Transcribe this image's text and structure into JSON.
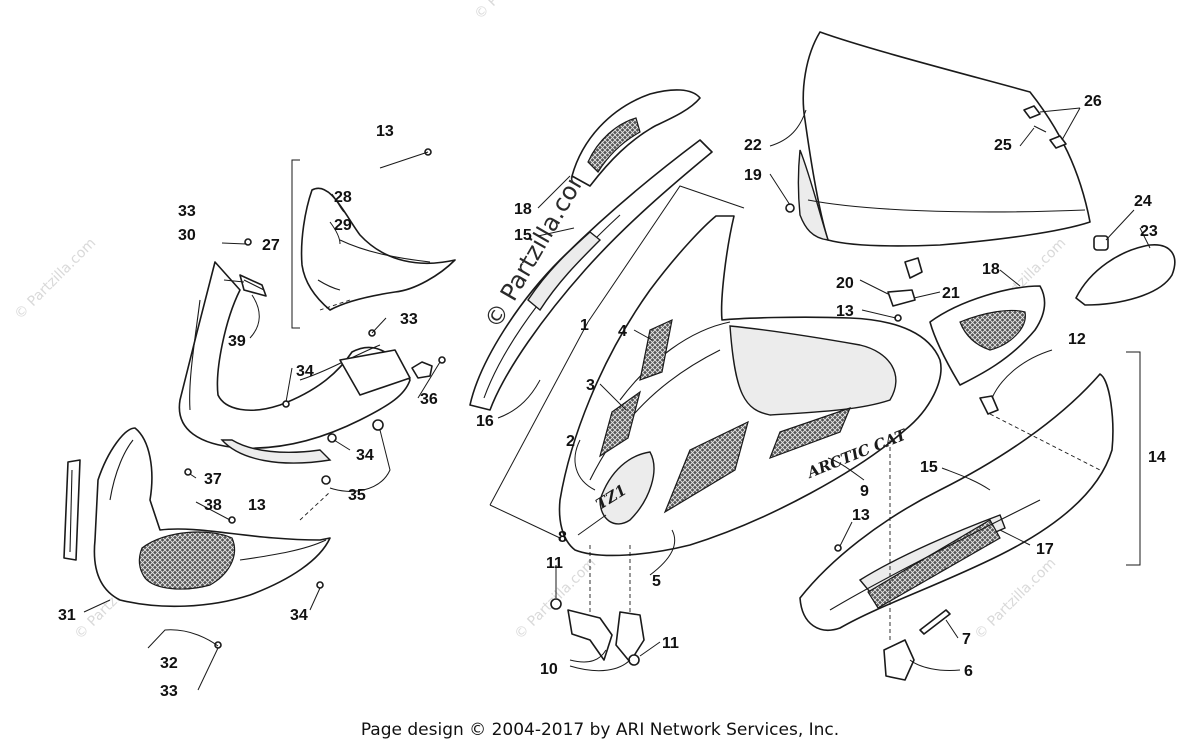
{
  "footer": {
    "text": "Page design © 2004-2017 by ARI Network Services, Inc."
  },
  "watermark": {
    "main": "© Partzilla.com",
    "tile": "© Partzilla.com"
  },
  "decals": {
    "brand": "ARCTIC CAT",
    "model": "TZ1"
  },
  "callouts": {
    "c1": "1",
    "c2": "2",
    "c3": "3",
    "c4": "4",
    "c5": "5",
    "c6": "6",
    "c7": "7",
    "c8": "8",
    "c9": "9",
    "c10": "10",
    "c11a": "11",
    "c11b": "11",
    "c12": "12",
    "c13a": "13",
    "c13b": "13",
    "c13c": "13",
    "c13d": "13",
    "c14": "14",
    "c15a": "15",
    "c15b": "15",
    "c16": "16",
    "c17": "17",
    "c18a": "18",
    "c18b": "18",
    "c19": "19",
    "c20": "20",
    "c21": "21",
    "c22": "22",
    "c23": "23",
    "c24": "24",
    "c25": "25",
    "c26": "26",
    "c27": "27",
    "c28": "28",
    "c29": "29",
    "c30": "30",
    "c31": "31",
    "c32": "32",
    "c33a": "33",
    "c33b": "33",
    "c33c": "33",
    "c34a": "34",
    "c34b": "34",
    "c34c": "34",
    "c35": "35",
    "c36": "36",
    "c37": "37",
    "c38": "38",
    "c39": "39"
  }
}
